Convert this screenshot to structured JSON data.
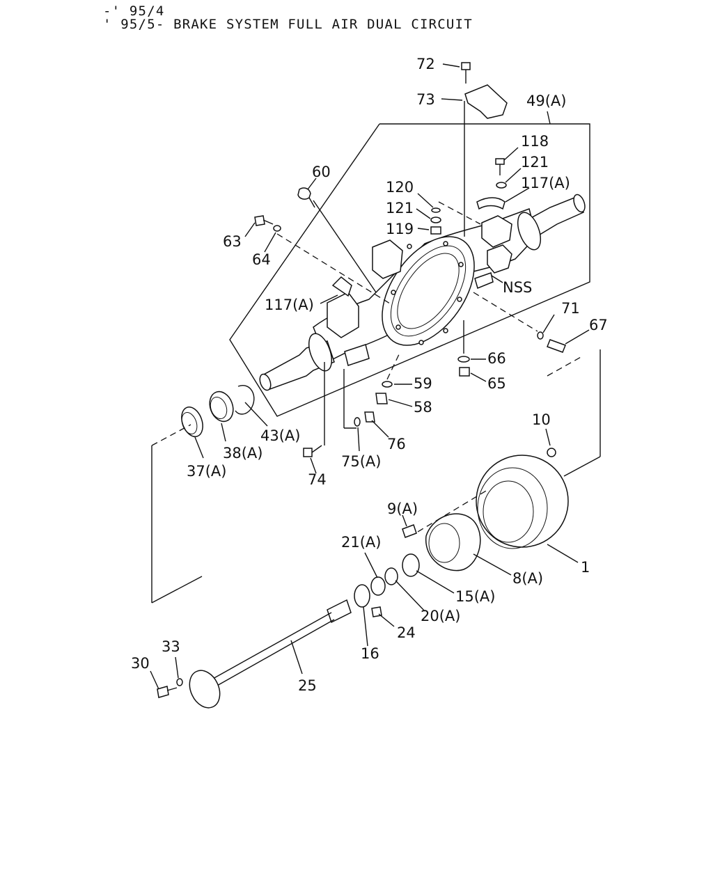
{
  "header": {
    "line1": "-' 95/4",
    "line2": "' 95/5- BRAKE SYSTEM FULL AIR DUAL CIRCUIT"
  },
  "callouts": {
    "p72": "72",
    "p73": "73",
    "p49": "49(A)",
    "p118": "118",
    "p121a": "121",
    "p117a": "117(A)",
    "p60": "60",
    "p120": "120",
    "p121b": "121",
    "p119": "119",
    "p63": "63",
    "p64": "64",
    "p117b": "117(A)",
    "nss": "NSS",
    "p71": "71",
    "p67": "67",
    "p66": "66",
    "p65": "65",
    "p59": "59",
    "p58": "58",
    "p76": "76",
    "p75": "75(A)",
    "p43": "43(A)",
    "p38": "38(A)",
    "p37": "37(A)",
    "p74": "74",
    "p10": "10",
    "p9": "9(A)",
    "p21": "21(A)",
    "p1": "1",
    "p8": "8(A)",
    "p15": "15(A)",
    "p20": "20(A)",
    "p24": "24",
    "p16": "16",
    "p33": "33",
    "p30": "30",
    "p25": "25"
  }
}
